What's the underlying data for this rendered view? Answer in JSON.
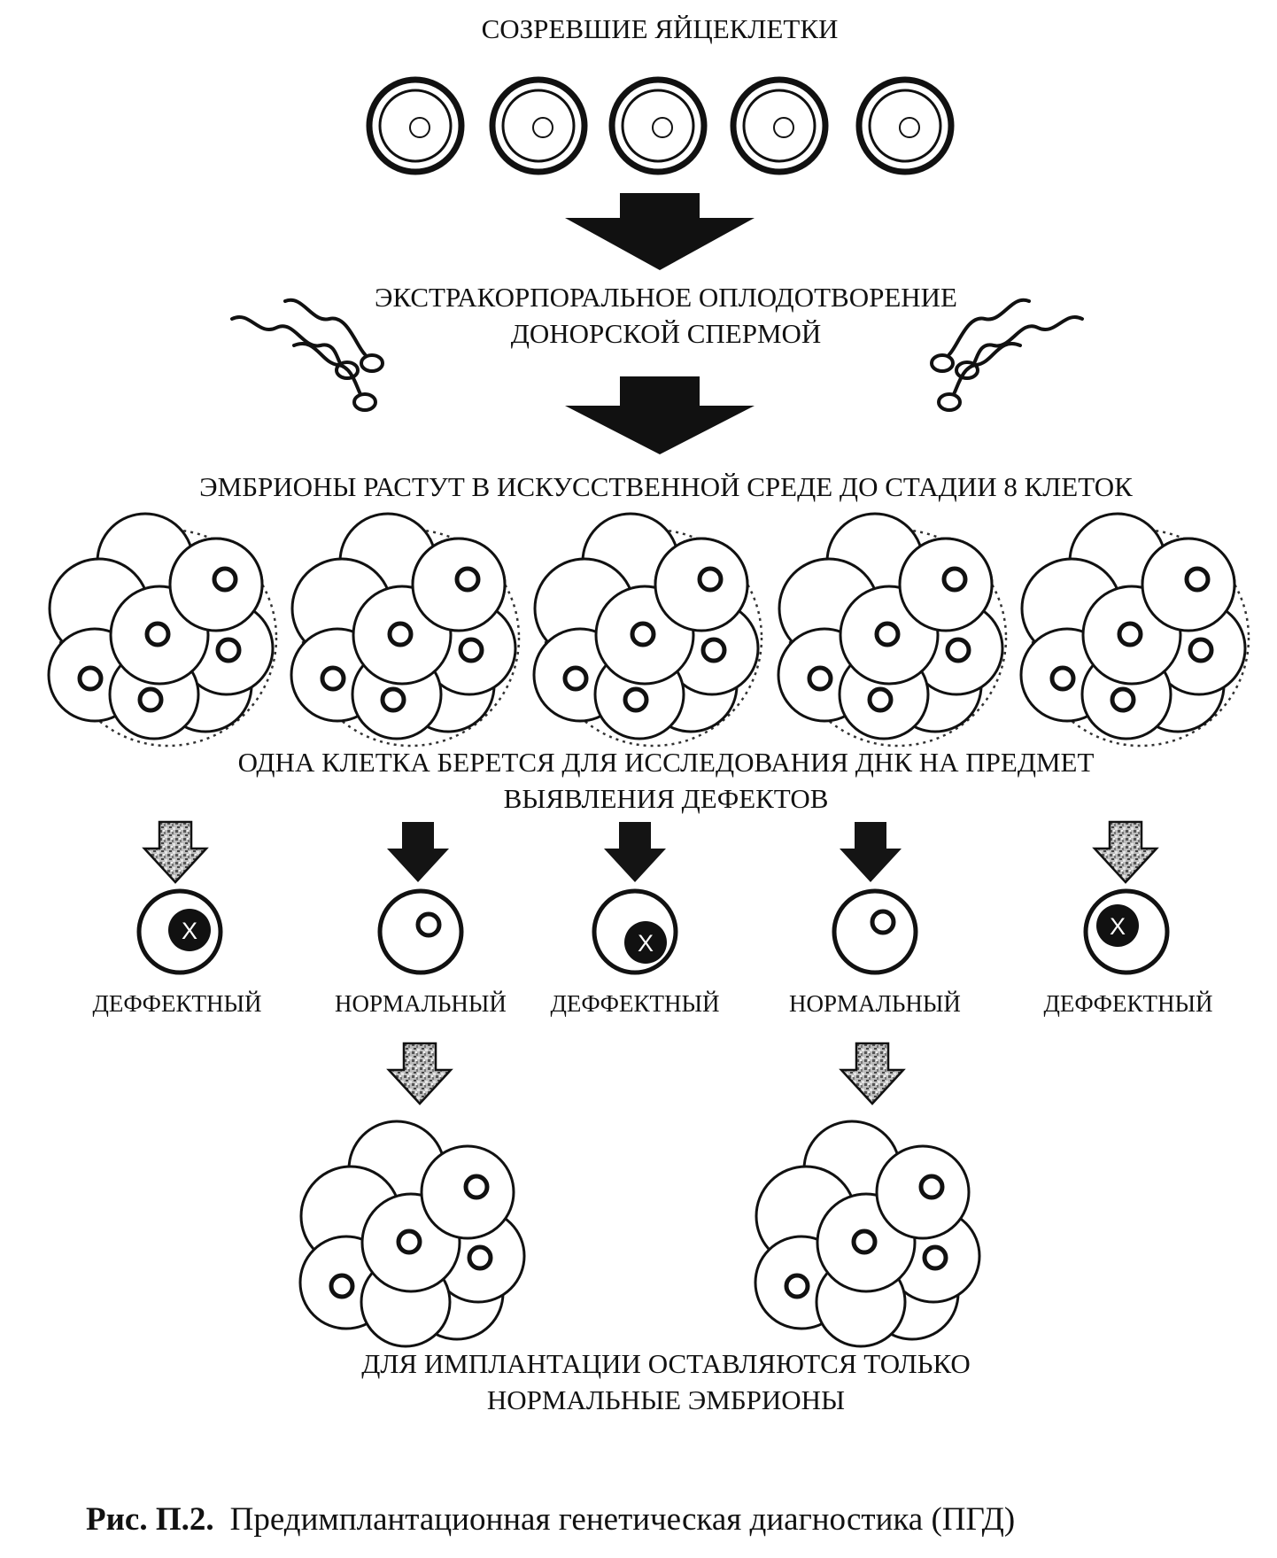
{
  "steps": {
    "mature_eggs": "СОЗРЕВШИЕ ЯЙЦЕКЛЕТКИ",
    "ivf_line1": "ЭКСТРАКОРПОРАЛЬНОЕ ОПЛОДОТВОРЕНИЕ",
    "ivf_line2": "ДОНОРСКОЙ СПЕРМОЙ",
    "embryos_grow": "ЭМБРИОНЫ РАСТУТ В ИСКУССТВЕННОЙ СРЕДЕ ДО СТАДИИ 8 КЛЕТОК",
    "biopsy_line1": "ОДНА КЛЕТКА БЕРЕТСЯ ДЛЯ ИССЛЕДОВАНИЯ ДНК НА ПРЕДМЕТ",
    "biopsy_line2": "ВЫЯВЛЕНИЯ ДЕФЕКТОВ",
    "implant_line1": "ДЛЯ ИМПЛАНТАЦИИ ОСТАВЛЯЮТСЯ ТОЛЬКО",
    "implant_line2": "НОРМАЛЬНЫЕ ЭМБРИОНЫ"
  },
  "results": [
    {
      "label": "ДЕФФЕКТНЫЙ",
      "status": "defective"
    },
    {
      "label": "НОРМАЛЬНЫЙ",
      "status": "normal"
    },
    {
      "label": "ДЕФФЕКТНЫЙ",
      "status": "defective"
    },
    {
      "label": "НОРМАЛЬНЫЙ",
      "status": "normal"
    },
    {
      "label": "ДЕФФЕКТНЫЙ",
      "status": "defective"
    }
  ],
  "defect_mark": "X",
  "caption": {
    "prefix": "Рис. П.2.",
    "text": "Предимплантационная генетическая диагностика (ПГД)"
  },
  "colors": {
    "ink": "#111111",
    "background": "#ffffff"
  }
}
